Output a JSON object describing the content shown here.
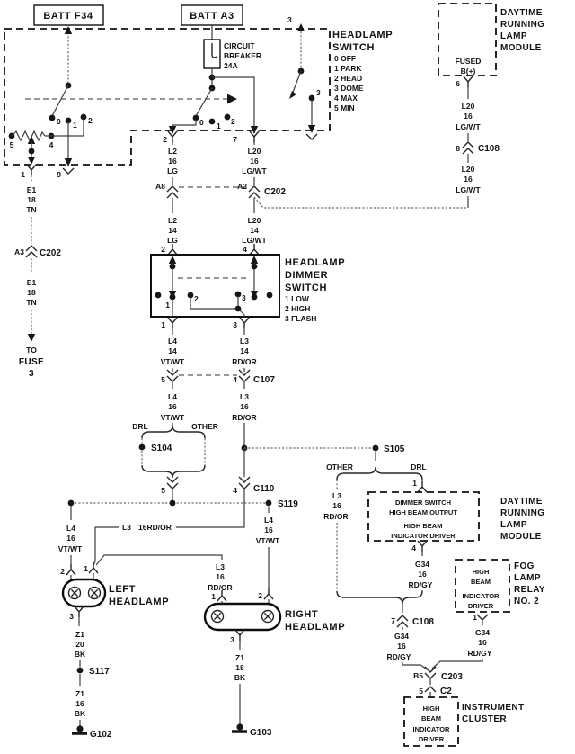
{
  "colors": {
    "bg": "#ffffff",
    "wire": "#3d3d3d",
    "ink": "#121212"
  },
  "batteries": {
    "f34": "BATT F34",
    "a3": "BATT A3"
  },
  "breaker": {
    "l1": "CIRCUIT",
    "l2": "BREAKER",
    "l3": "24A"
  },
  "hs": {
    "t1": "HEADLAMP",
    "t2": "SWITCH",
    "leg0": "0 OFF",
    "leg1": "1 PARK",
    "leg2": "2 HEAD",
    "leg3": "3 DOME",
    "leg4": "4 MAX",
    "leg5": "5 MIN",
    "l0": "0",
    "l1": "1",
    "l2": "2",
    "l5": "5",
    "l4": "4",
    "r0": "0",
    "r1": "1",
    "r2": "2",
    "p1": "1",
    "p9": "9",
    "p2": "2",
    "p7": "7",
    "p3t": "3",
    "p3c": "3"
  },
  "fuse_col": {
    "w1": [
      "E1",
      "18",
      "TN"
    ],
    "pin": "A3",
    "conn": "C202",
    "w2": [
      "E1",
      "18",
      "TN"
    ],
    "dest": [
      "TO",
      "FUSE",
      "3"
    ]
  },
  "colL": {
    "w1": [
      "L2",
      "16",
      "LG"
    ],
    "pin": "A8",
    "w2": [
      "L2",
      "14",
      "LG"
    ],
    "p2": "2"
  },
  "colR": {
    "w1": [
      "L20",
      "16",
      "LG/WT"
    ],
    "pin": "A2",
    "conn": "C202",
    "w2": [
      "L20",
      "14",
      "LG/WT"
    ],
    "p4": "4"
  },
  "dimmer": {
    "t1": "HEADLAMP",
    "t2": "DIMMER",
    "t3": "SWITCH",
    "leg1": "1 LOW",
    "leg2": "2 HIGH",
    "leg3": "3 FLASH",
    "c1": "1",
    "c2": "2",
    "c3": "3",
    "p1": "1",
    "p3": "3"
  },
  "c107": {
    "pl": "5",
    "pr": "4",
    "name": "C107",
    "wl1": [
      "L4",
      "14",
      "VT/WT"
    ],
    "wr1": [
      "L3",
      "14",
      "RD/OR"
    ],
    "wl2": [
      "L4",
      "16",
      "VT/WT"
    ],
    "wr2": [
      "L3",
      "16",
      "RD/OR"
    ]
  },
  "braceL": {
    "drl": "DRL",
    "other": "OTHER",
    "splice": "S104"
  },
  "s105": "S105",
  "c110": {
    "pl": "5",
    "pr": "4",
    "name": "C110"
  },
  "s119": "S119",
  "feeds": {
    "left2": [
      "L4",
      "16",
      "VT/WT"
    ],
    "right2": [
      "L4",
      "16",
      "VT/WT"
    ],
    "bus": [
      "L3",
      "16RD/OR"
    ],
    "right1": [
      "L3",
      "16",
      "RD/OR"
    ]
  },
  "lamps": {
    "left": {
      "t1": "LEFT",
      "t2": "HEADLAMP",
      "p2": "2",
      "p1": "1",
      "p3": "3"
    },
    "right": {
      "t1": "RIGHT",
      "t2": "HEADLAMP",
      "p1": "1",
      "p2": "2",
      "p3": "3"
    }
  },
  "gndL": {
    "w1": [
      "Z1",
      "20",
      "BK"
    ],
    "splice": "S117",
    "w2": [
      "Z1",
      "16",
      "BK"
    ],
    "g": "G102"
  },
  "gndR": {
    "w1": [
      "Z1",
      "18",
      "BK"
    ],
    "g": "G103"
  },
  "drl_top": {
    "label": [
      "DAYTIME",
      "RUNNING",
      "LAMP",
      "MODULE"
    ],
    "fused": "FUSED",
    "bp": "B(+)",
    "p6": "6",
    "w1": [
      "L20",
      "16",
      "LG/WT"
    ],
    "p8": "8",
    "conn": "C108",
    "w2": [
      "L20",
      "16",
      "LG/WT"
    ]
  },
  "braceR": {
    "other": "OTHER",
    "drl": "DRL",
    "other_w": [
      "L3",
      "16",
      "RD/OR"
    ]
  },
  "drl_mid": {
    "p1": "1",
    "c1": "DIMMER SWITCH",
    "c2": "HIGH BEAM OUTPUT",
    "c3": "HIGH BEAM",
    "c4": "INDICATOR DRIVER",
    "label": [
      "DAYTIME",
      "RUNNING",
      "LAMP",
      "MODULE"
    ],
    "p4": "4",
    "w": [
      "G34",
      "16",
      "RD/GY"
    ]
  },
  "c108b": {
    "p7": "7",
    "name": "C108",
    "w": [
      "G34",
      "16",
      "RD/GY"
    ]
  },
  "fog": {
    "content": [
      "HIGH",
      "BEAM",
      "INDICATOR",
      "DRIVER"
    ],
    "label": [
      "FOG",
      "LAMP",
      "RELAY",
      "NO. 2"
    ],
    "p1": "1",
    "w": [
      "G34",
      "16",
      "RD/GY"
    ]
  },
  "c203": {
    "pin": "B5",
    "name": "C203"
  },
  "c2": {
    "pin": "5",
    "name": "C2"
  },
  "cluster": {
    "content": [
      "HIGH",
      "BEAM",
      "INDICATOR",
      "DRIVER"
    ],
    "label": [
      "INSTRUMENT",
      "CLUSTER"
    ]
  }
}
